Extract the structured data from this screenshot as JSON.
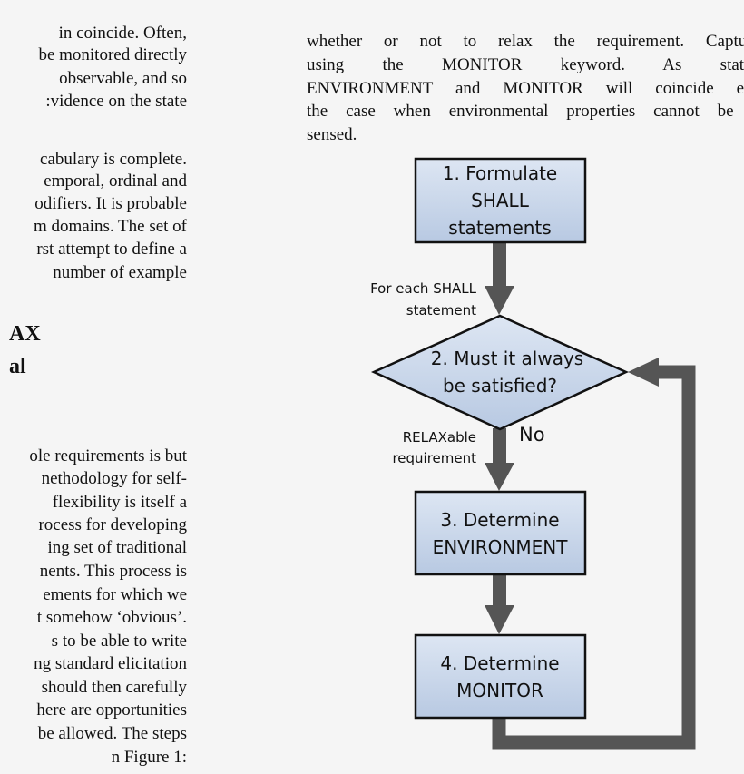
{
  "left_column": {
    "lines": [
      "in   coincide.   Often,",
      "be monitored directly",
      "observable,  and  so",
      ":vidence  on  the  state",
      "",
      "cabulary is complete.",
      "emporal,  ordinal  and",
      "odifiers. It is probable",
      "m domains. The set of",
      "rst attempt to define a",
      "number  of  example"
    ],
    "heading_1": "AX",
    "heading_2": "al",
    "lines_bottom": [
      "ole requirements is but",
      "nethodology  for  self-",
      "flexibility  is  itself  a",
      "rocess  for  developing",
      "ing  set  of  traditional",
      "nents. This process is",
      "ements  for  which  we",
      "t somehow ‘obvious’.",
      "s  to  be  able  to  write",
      "ng standard elicitation",
      "should  then  carefully",
      "here are opportunities",
      "be allowed. The steps",
      "n Figure 1:"
    ]
  },
  "right_text": {
    "lines": [
      "whether  or  not  to  relax  the  requirement.  Capture",
      "using   the   MONITOR   keyword.   As   stated   ",
      "ENVIRONMENT and MONITOR will coincide exc",
      "the case when environmental properties cannot be d",
      "sensed."
    ]
  },
  "flowchart": {
    "box1": {
      "line1": "1. Formulate",
      "line2": "SHALL",
      "line3": "statements"
    },
    "edge1_label": {
      "line1": "For each SHALL",
      "line2": "statement"
    },
    "decision": {
      "line1": "2. Must it always",
      "line2": "be satisfied?"
    },
    "edge2_label": {
      "line1": "RELAXable",
      "line2": "requirement"
    },
    "no_label": "No",
    "box3": {
      "line1": "3. Determine",
      "line2": "ENVIRONMENT"
    },
    "box4": {
      "line1": "4. Determine",
      "line2": "MONITOR"
    },
    "colors": {
      "box_fill_top": "#dde6f3",
      "box_fill_bottom": "#b8c9e2",
      "border": "#111111",
      "arrow": "#555555"
    }
  }
}
